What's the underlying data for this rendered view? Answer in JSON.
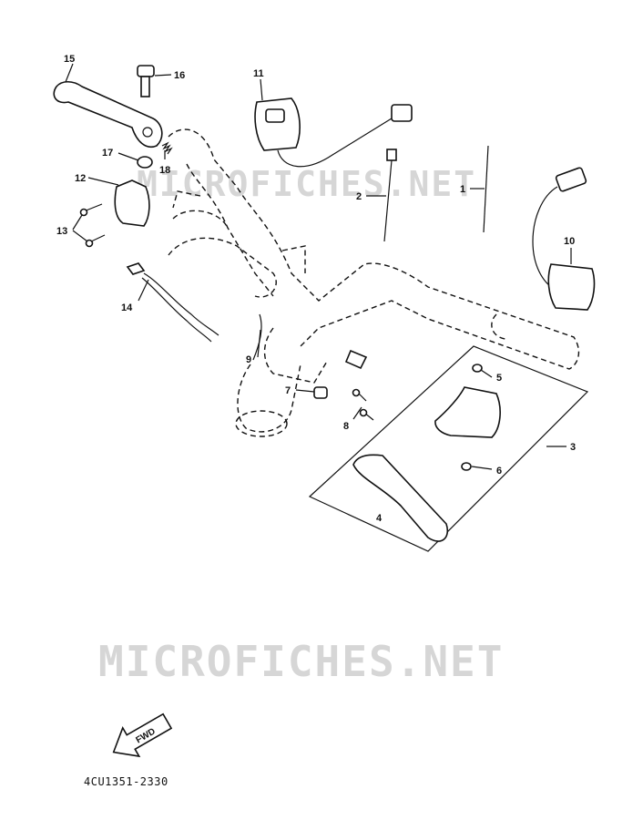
{
  "watermark": {
    "top": "MICROFICHES.NET",
    "bottom": "MICROFICHES.NET"
  },
  "arrow_label": "FWD",
  "drawing_code": "4CU1351-2330",
  "callouts": [
    "1",
    "2",
    "3",
    "4",
    "5",
    "6",
    "7",
    "8",
    "9",
    "10",
    "11",
    "12",
    "13",
    "14",
    "15",
    "16",
    "17",
    "18"
  ]
}
